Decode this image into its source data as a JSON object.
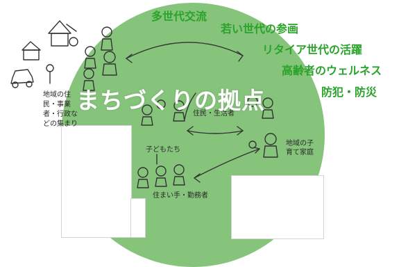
{
  "title": "まちづくりの拠点",
  "keywords": [
    "多世代交流",
    "若い世代の参画",
    "リタイア世代の活躍",
    "高齢者のウェルネス",
    "防犯・防災"
  ],
  "sketch_notes": {
    "region": "地域の住民・事業者・行政などの集まり",
    "shop": "住民・生活者",
    "children": "子どもたち",
    "workers": "住まい手・勤務者",
    "family": "地域の子育て家庭"
  },
  "colors": {
    "circle": "#7cbf70",
    "keyword": "#2aa32a",
    "title": "#ffffff"
  }
}
